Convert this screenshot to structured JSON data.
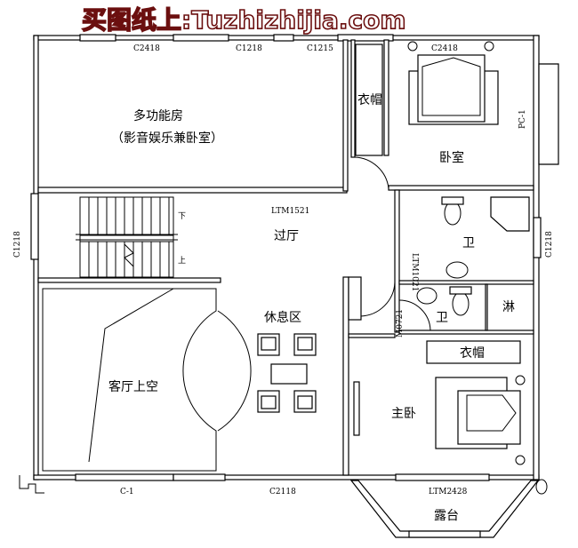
{
  "watermark": "买图纸上:Tuzhizhijia.com",
  "rooms": {
    "multi_room": "多功能房",
    "multi_room_sub": "（影音娱乐兼卧室）",
    "closet1": "衣帽",
    "bedroom": "卧室",
    "hall": "过厅",
    "bath1": "卫",
    "bath2": "卫",
    "shower": "淋",
    "closet2": "衣帽",
    "lounge": "休息区",
    "living_void": "客厅上空",
    "master": "主卧",
    "terrace": "露台",
    "stair_down": "下",
    "stair_up": "上"
  },
  "codes": {
    "top1": "C2418",
    "top2": "C1218",
    "top3": "C1215",
    "top4": "C2418",
    "left": "C1218",
    "right": "C1218",
    "pc": "PC-1",
    "ltm1521": "LTM1521",
    "ltm1021": "LTM1021",
    "m0721": "M0721",
    "bottom1": "C-1",
    "bottom2": "C2118",
    "ltm2428": "LTM2428"
  }
}
